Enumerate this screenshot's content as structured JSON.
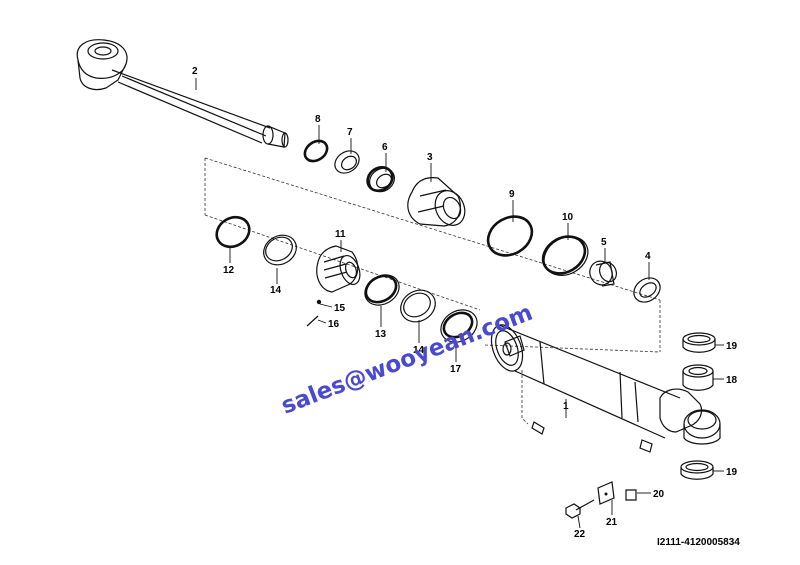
{
  "diagram": {
    "reference": "I2111-4120005834",
    "watermark": "sales@wooyean.com",
    "parts": [
      {
        "id": "1",
        "label": "1"
      },
      {
        "id": "2",
        "label": "2"
      },
      {
        "id": "3",
        "label": "3"
      },
      {
        "id": "4",
        "label": "4"
      },
      {
        "id": "5",
        "label": "5"
      },
      {
        "id": "6",
        "label": "6"
      },
      {
        "id": "7",
        "label": "7"
      },
      {
        "id": "8",
        "label": "8"
      },
      {
        "id": "9",
        "label": "9"
      },
      {
        "id": "10",
        "label": "10"
      },
      {
        "id": "11",
        "label": "11"
      },
      {
        "id": "12",
        "label": "12"
      },
      {
        "id": "13",
        "label": "13"
      },
      {
        "id": "14a",
        "label": "14"
      },
      {
        "id": "14b",
        "label": "14"
      },
      {
        "id": "15",
        "label": "15"
      },
      {
        "id": "16",
        "label": "16"
      },
      {
        "id": "17",
        "label": "17"
      },
      {
        "id": "18",
        "label": "18"
      },
      {
        "id": "19a",
        "label": "19"
      },
      {
        "id": "19b",
        "label": "19"
      },
      {
        "id": "20",
        "label": "20"
      },
      {
        "id": "21",
        "label": "21"
      },
      {
        "id": "22",
        "label": "22"
      }
    ]
  }
}
